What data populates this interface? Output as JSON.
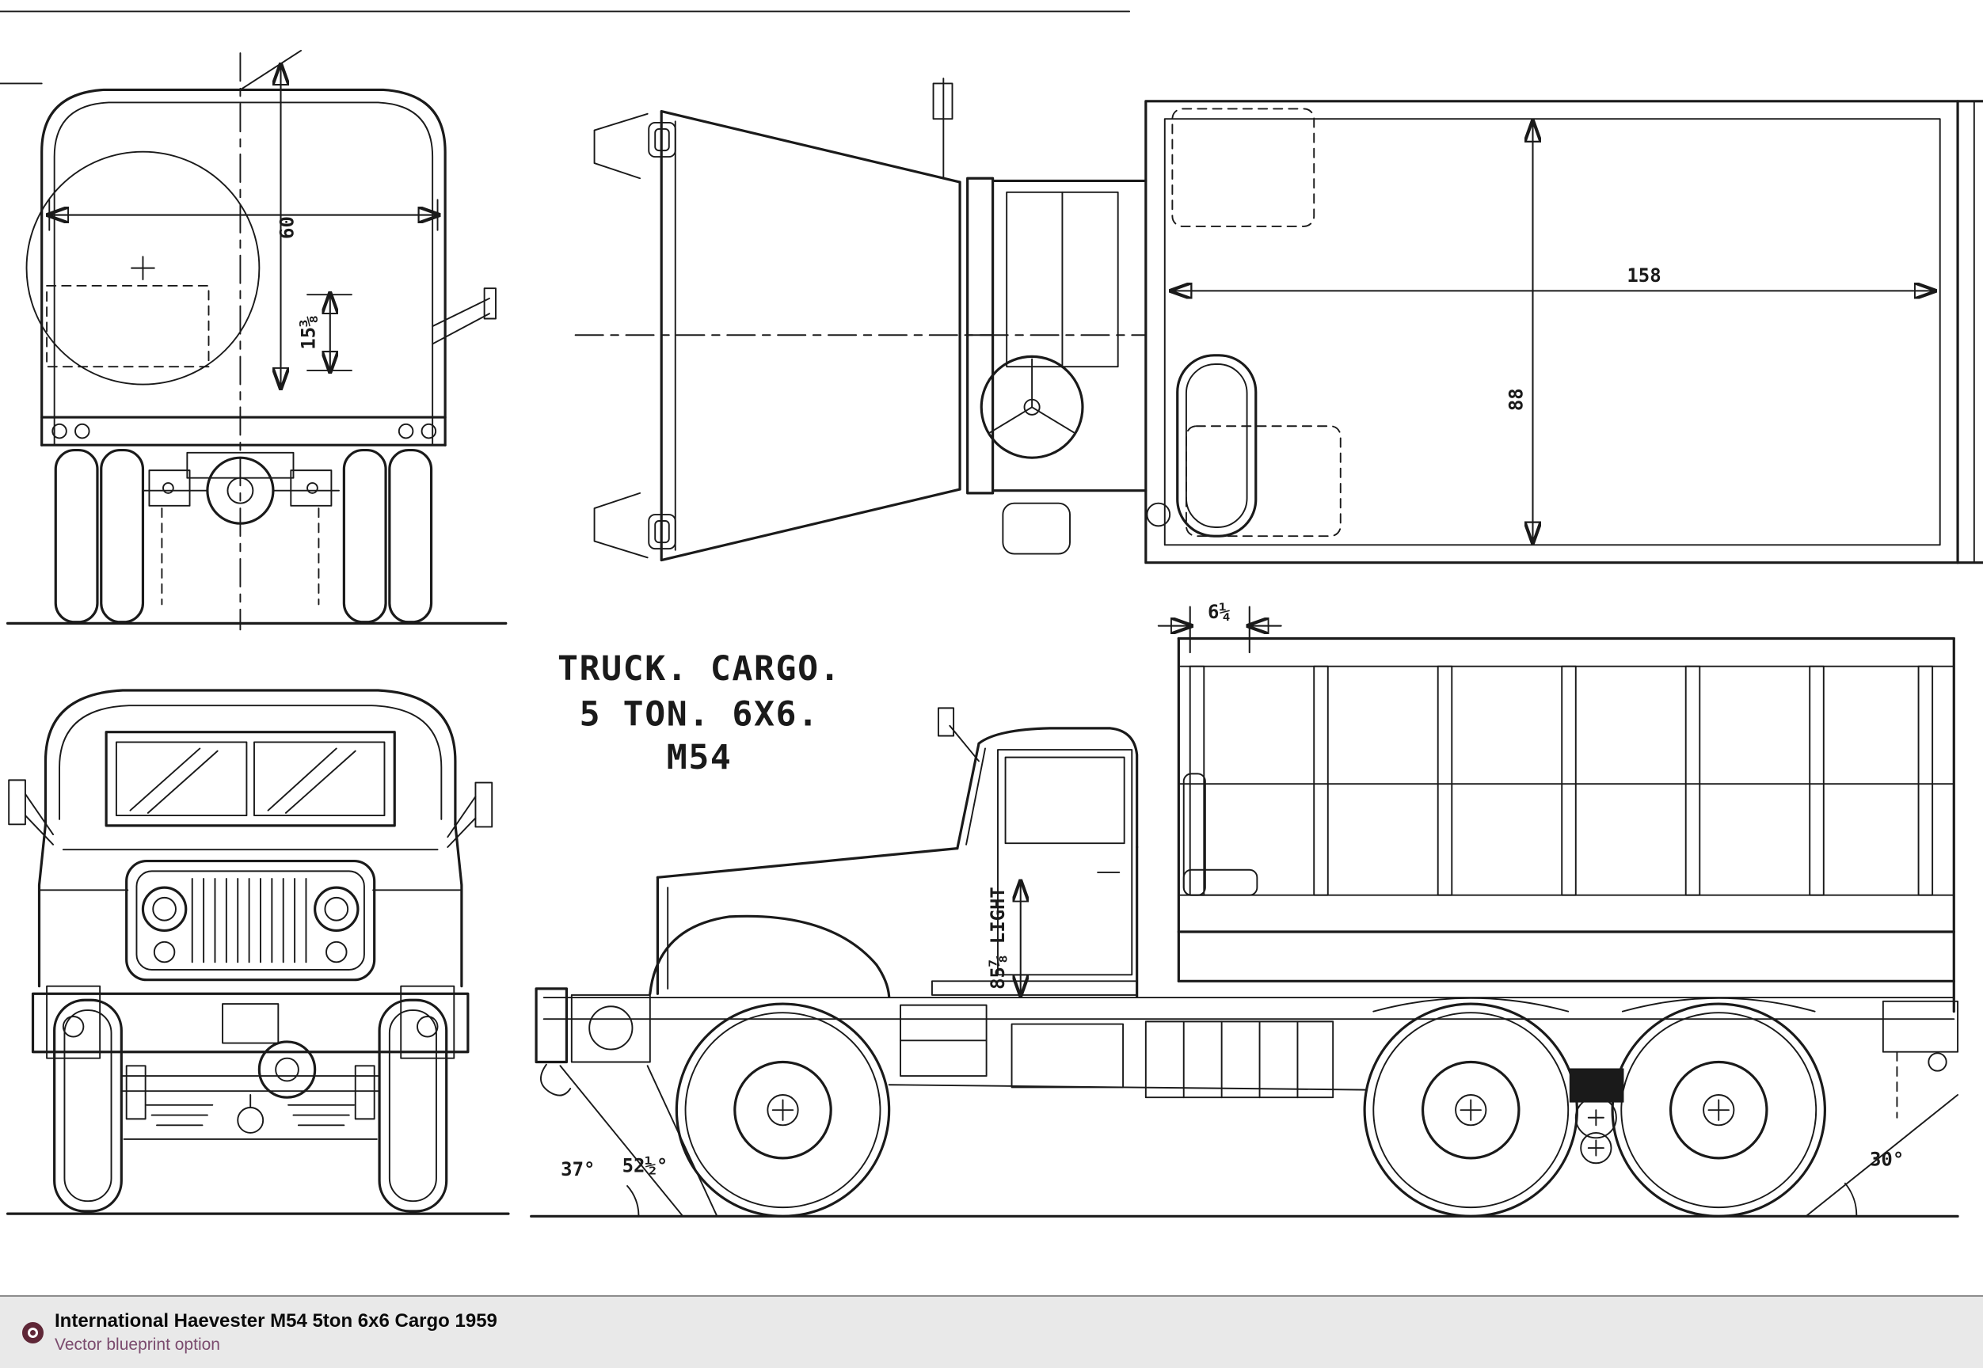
{
  "colors": {
    "ink": "#1a1a1a",
    "paper": "#ffffff",
    "footer_bg": "#e9e9e9",
    "footer_rule": "#8c8c8c",
    "bullet_accent": "#5f2737",
    "subtitle_text": "#7b4b6e"
  },
  "title_block": {
    "line1": "TRUCK. CARGO.",
    "line2": "5 TON. 6X6.",
    "line3": "M54"
  },
  "dimensions": {
    "rear_height": "60",
    "rear_mirror": "15⅜",
    "bed_length": "158",
    "bed_width": "88",
    "cab_bed_gap": "6¼",
    "height_light": "85⅞ LIGHT",
    "angle_front_a": "37°",
    "angle_front_b": "52½°",
    "angle_rear": "30°"
  },
  "caption": {
    "title": "International Haevester M54 5ton 6x6 Cargo 1959",
    "subtitle": "Vector blueprint option"
  }
}
